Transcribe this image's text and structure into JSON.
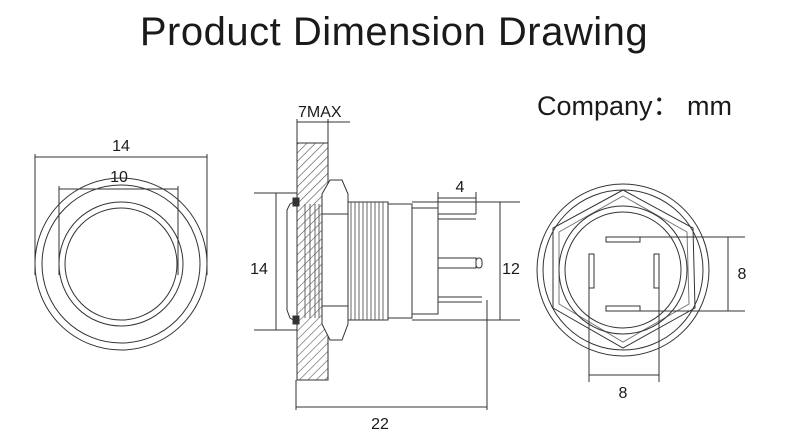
{
  "title": "Product Dimension Drawing",
  "unit_label": "Company： mm",
  "front_view": {
    "outer_diameter": "14",
    "inner_diameter": "10"
  },
  "side_view": {
    "max_panel_thickness": "7MAX",
    "head_diameter": "14",
    "terminal_length": "4",
    "thread_diameter": "12",
    "total_length": "22"
  },
  "rear_view": {
    "terminal_spacing_vertical": "8",
    "terminal_spacing_horizontal": "8"
  },
  "colors": {
    "line": "#333333",
    "hatch": "#555555"
  }
}
